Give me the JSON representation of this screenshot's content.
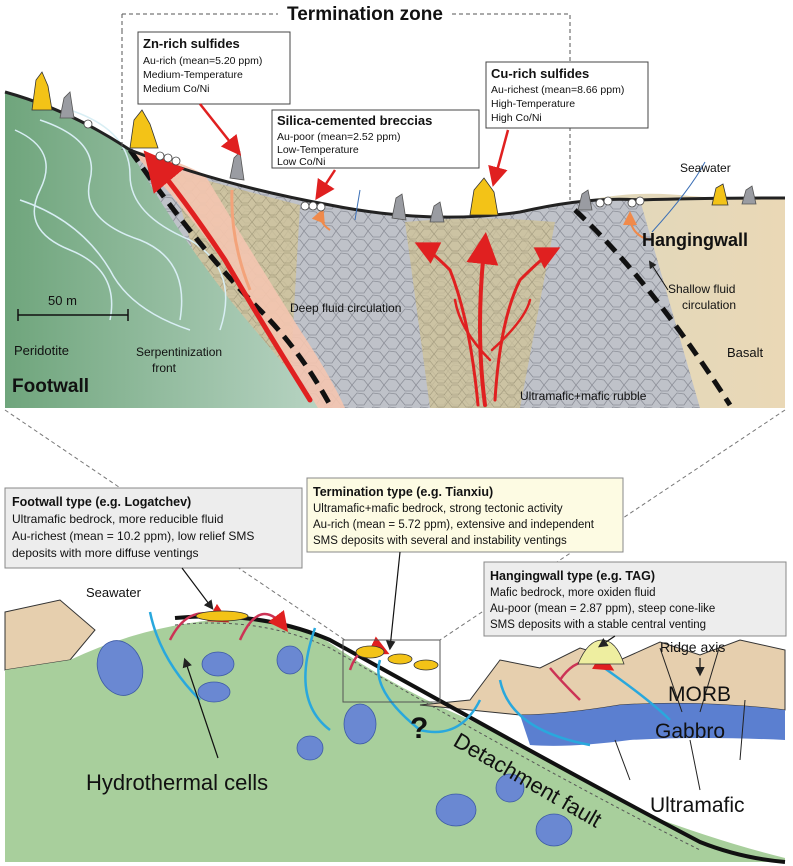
{
  "title": "Termination zone",
  "top_panel": {
    "zn_box": {
      "heading": "Zn-rich sulfides",
      "lines": [
        "Au-rich (mean=5.20 ppm)",
        "Medium-Temperature",
        "Medium Co/Ni"
      ]
    },
    "silica_box": {
      "heading": "Silica-cemented breccias",
      "lines": [
        "Au-poor (mean=2.52 ppm)",
        "Low-Temperature",
        "Low Co/Ni"
      ]
    },
    "cu_box": {
      "heading": "Cu-rich sulfides",
      "lines": [
        "Au-richest (mean=8.66 ppm)",
        "High-Temperature",
        "High Co/Ni"
      ]
    },
    "labels": {
      "seawater": "Seawater",
      "hangingwall": "Hangingwall",
      "shallow_fluid": "Shallow fluid circulation",
      "scale": "50 m",
      "deep_fluid": "Deep fluid circulation",
      "peridotite": "Peridotite",
      "footwall": "Footwall",
      "serpentinization": "Serpentinization front",
      "basalt": "Basalt",
      "rubble": "Ultramafic+mafic rubble"
    },
    "colors": {
      "footwall_green": "#7fb08a",
      "rubble_gray": "#b9bcc4",
      "hanging_tan": "#e3d3b4",
      "fluid_red": "#e02020",
      "sulfide_yellow": "#f3c317"
    }
  },
  "footwall_box": {
    "heading": "Footwall type (e.g. Logatchev)",
    "lines": [
      "Ultramafic bedrock, more reducible fluid",
      "Au-richest (mean = 10.2 ppm), low relief SMS",
      "deposits with more diffuse ventings"
    ]
  },
  "termination_box": {
    "heading": "Termination type (e.g. Tianxiu)",
    "lines": [
      "Ultramafic+mafic bedrock, strong tectonic activity",
      "Au-rich (mean = 5.72 ppm), extensive and independent",
      "SMS deposits with several and instability ventings"
    ]
  },
  "hangingwall_box": {
    "heading": "Hangingwall type (e.g. TAG)",
    "lines": [
      "Mafic bedrock, more oxiden fluid",
      "Au-poor (mean = 2.87 ppm), steep cone-like",
      "SMS deposits with a stable central venting"
    ]
  },
  "bottom_panel": {
    "labels": {
      "seawater": "Seawater",
      "ridge_axis": "Ridge axis",
      "morb": "MORB",
      "gabbro": "Gabbro",
      "question": "?",
      "hydrothermal": "Hydrothermal cells",
      "detachment": "Detachment fault",
      "ultramafic": "Ultramafic"
    },
    "colors": {
      "ultramafic_green": "#a8cf9c",
      "morb_tan": "#e6cfae",
      "gabbro_blue": "#5b7fd0",
      "blob_blue": "#6a88d2"
    }
  }
}
